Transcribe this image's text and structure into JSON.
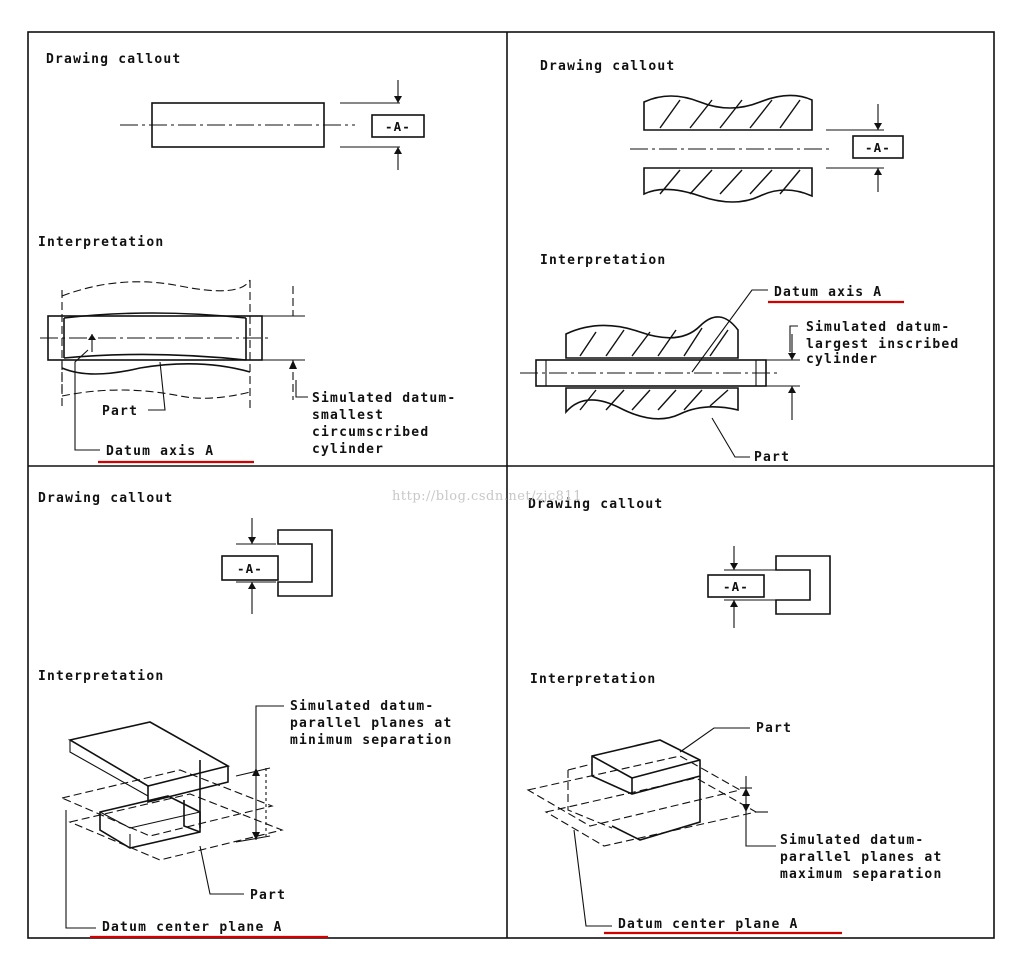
{
  "panels": {
    "top_left": {
      "callout_title": "Drawing callout",
      "datum_label": "-A-",
      "interp_title": "Interpretation",
      "part_label": "Part",
      "sim_line1": "Simulated datum-",
      "sim_line2": "smallest",
      "sim_line3": "circumscribed",
      "sim_line4": "cylinder",
      "datum_caption": "Datum axis A"
    },
    "top_right": {
      "callout_title": "Drawing callout",
      "datum_label": "-A-",
      "interp_title": "Interpretation",
      "datum_caption": "Datum axis A",
      "sim_line1": "Simulated datum-",
      "sim_line2": "largest inscribed",
      "sim_line3": "cylinder",
      "part_label": "Part"
    },
    "bottom_left": {
      "callout_title": "Drawing callout",
      "datum_label": "-A-",
      "interp_title": "Interpretation",
      "sim_line1": "Simulated datum-",
      "sim_line2": "parallel planes at",
      "sim_line3": "minimum separation",
      "part_label": "Part",
      "datum_caption": "Datum center plane A"
    },
    "bottom_right": {
      "callout_title": "Drawing callout",
      "datum_label": "-A-",
      "interp_title": "Interpretation",
      "part_label": "Part",
      "sim_line1": "Simulated datum-",
      "sim_line2": "parallel planes at",
      "sim_line3": "maximum separation",
      "datum_caption": "Datum center plane A"
    }
  },
  "watermark": "http://blog.csdn.net/zjc811",
  "colors": {
    "ink": "#111111",
    "underline": "#d40000",
    "watermark": "#c8c8c8"
  }
}
